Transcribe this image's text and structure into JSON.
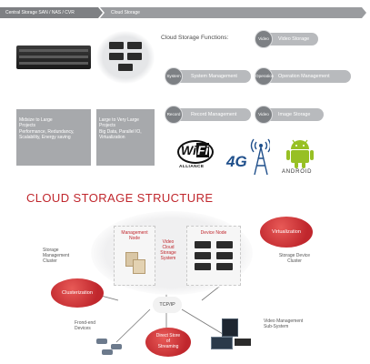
{
  "top": {
    "tab_left": "Central Storage SAN / NAS / CVR",
    "tab_right": "Cloud Storage",
    "left_text": [
      "Midsize to Large",
      "Projects",
      "Performance, Redundancy,",
      "Scalability, Energy saving"
    ],
    "right_text": [
      "Large to Very Large",
      "Projects",
      "Big Data, Parallel IO,",
      "Virtualization"
    ],
    "functions_title": "Cloud Storage Functions:",
    "functions": [
      {
        "circle": "Video",
        "label": "Video Storage"
      },
      {
        "circle": "System",
        "label": "System Management"
      },
      {
        "circle": "Operation",
        "label": "Operation Management"
      },
      {
        "circle": "Record",
        "label": "Record Management"
      },
      {
        "circle": "Video",
        "label": "Image Storage"
      }
    ],
    "logos": {
      "wifi": "Wi",
      "wifi_fi": "Fi",
      "wifi_sub": "ALLIANCE",
      "g4": "4G",
      "android": "ANDROID"
    }
  },
  "structure": {
    "title": "CLOUD STORAGE STRUCTURE",
    "management_node": [
      "Management",
      "Node"
    ],
    "video_cloud": [
      "Video",
      "Cloud",
      "Storage",
      "System"
    ],
    "device_node": "Device Node",
    "virtualization": "Virtualization",
    "storage_mgmt_cluster": [
      "Storage",
      "Management",
      "Cluster"
    ],
    "storage_device_cluster": [
      "Storage Device",
      "Cluster"
    ],
    "clusterization": "Clusterization",
    "tcpip": "TCP/IP",
    "front_end": [
      "Frond-end",
      "Devices"
    ],
    "direct_store": [
      "Direct Store",
      "of",
      "Streaming"
    ],
    "video_mgmt": [
      "Video Management",
      "Sub-System"
    ]
  },
  "colors": {
    "accent_red": "#c0272d",
    "gray": "#a7a9ac",
    "dark": "#2b2b2b"
  }
}
